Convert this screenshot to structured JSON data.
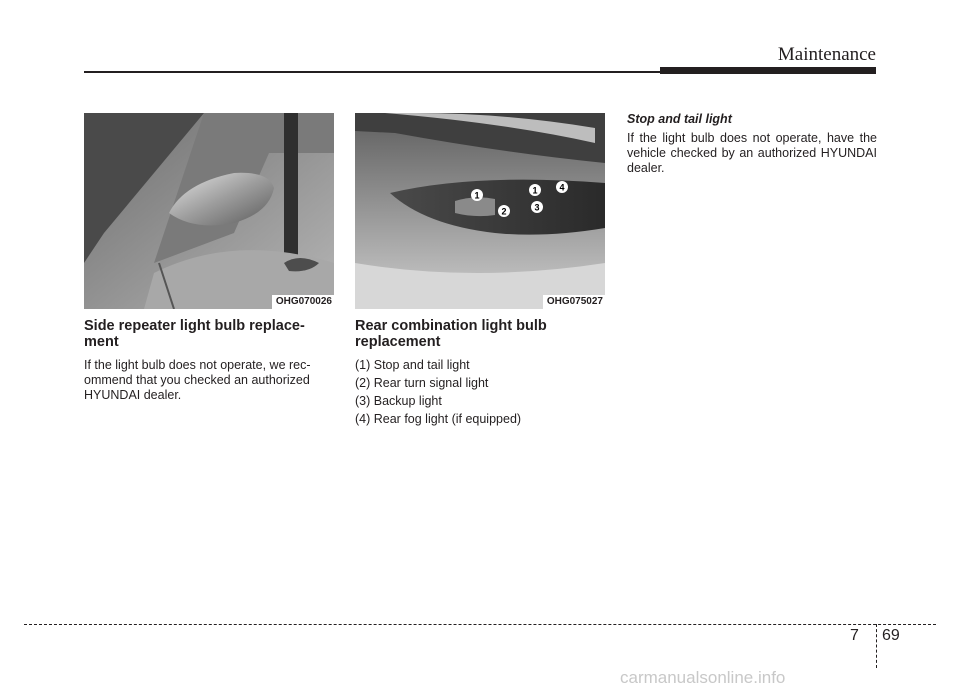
{
  "header": {
    "section_title": "Maintenance"
  },
  "col1": {
    "image_code": "OHG070026",
    "heading": "Side repeater light bulb replace-ment",
    "body": "If the light bulb does not operate, we rec-ommend that you checked an authorized HYUNDAI dealer."
  },
  "col2": {
    "image_code": "OHG075027",
    "heading": "Rear combination light bulb replacement",
    "callouts": [
      "1",
      "1",
      "4",
      "2",
      "3"
    ],
    "items": [
      "(1) Stop and tail light",
      "(2) Rear turn signal light",
      "(3) Backup light",
      "(4) Rear fog light (if equipped)"
    ]
  },
  "col3": {
    "subheading": "Stop and tail light",
    "body": "If the light bulb does not operate, have the vehicle checked by an authorized HYUNDAI dealer."
  },
  "footer": {
    "chapter": "7",
    "page": "69",
    "watermark": "carmanualsonline.info"
  }
}
